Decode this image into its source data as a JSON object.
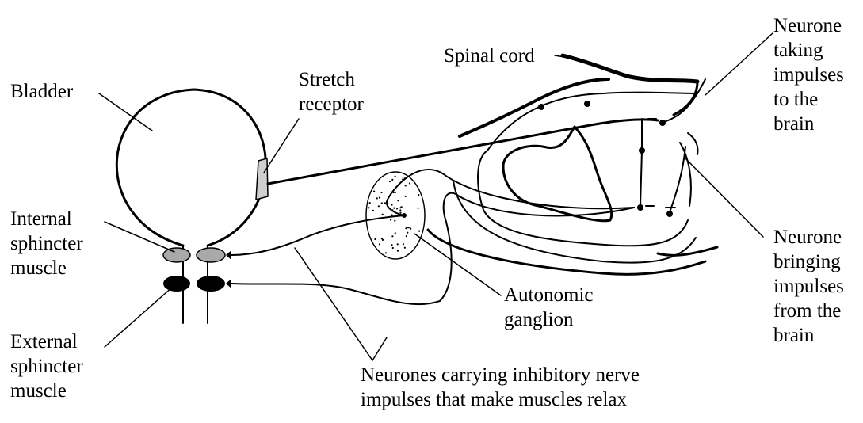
{
  "labels": {
    "spinal_cord": "Spinal cord",
    "bladder": "Bladder",
    "stretch_receptor": [
      "Stretch",
      "receptor"
    ],
    "internal_sphincter": [
      "Internal",
      "sphincter",
      "muscle"
    ],
    "external_sphincter": [
      "External",
      "sphincter",
      "muscle"
    ],
    "autonomic_ganglion": [
      "Autonomic",
      "ganglion"
    ],
    "neurone_to_brain": [
      "Neurone",
      "taking",
      "impulses",
      "to the",
      "brain"
    ],
    "neurone_from_brain": [
      "Neurone",
      "bringing",
      "impulses",
      "from the",
      "brain"
    ],
    "inhibitory_neurones": [
      "Neurones carrying inhibitory nerve",
      "impulses that make muscles relax"
    ]
  },
  "colors": {
    "line": "#000000",
    "internal_sphincter_fill": "#a9a9a9",
    "external_sphincter_fill": "#000000",
    "receptor_fill": "#cfcfcf"
  }
}
